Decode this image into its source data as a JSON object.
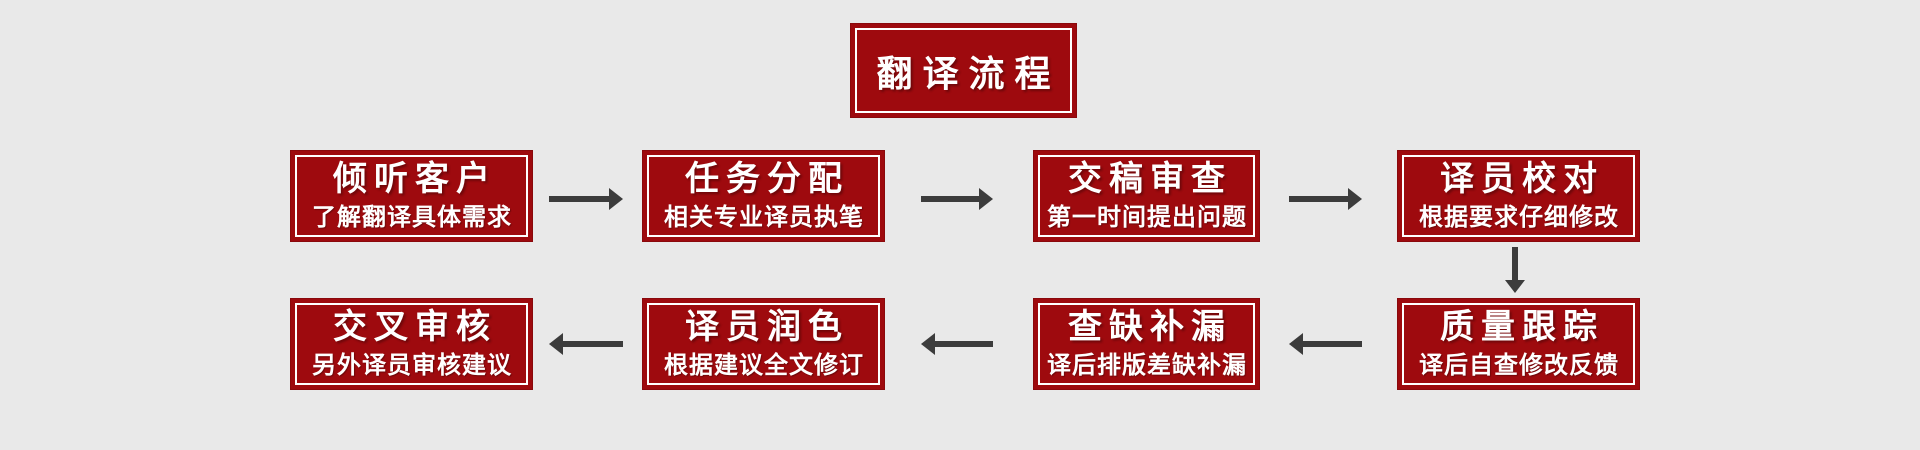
{
  "title": {
    "label": "翻译流程"
  },
  "steps": [
    {
      "title": "倾听客户",
      "subtitle": "了解翻译具体需求"
    },
    {
      "title": "任务分配",
      "subtitle": "相关专业译员执笔"
    },
    {
      "title": "交稿审查",
      "subtitle": "第一时间提出问题"
    },
    {
      "title": "译员校对",
      "subtitle": "根据要求仔细修改"
    },
    {
      "title": "质量跟踪",
      "subtitle": "译后自查修改反馈"
    },
    {
      "title": "查缺补漏",
      "subtitle": "译后排版差缺补漏"
    },
    {
      "title": "译员润色",
      "subtitle": "根据建议全文修订"
    },
    {
      "title": "交叉审核",
      "subtitle": "另外译员审核建议"
    }
  ],
  "icons": {
    "row1_arrows": "arrow-right-icon",
    "row2_arrows": "arrow-left-icon",
    "connector": "arrow-down-icon"
  },
  "colors": {
    "box_red": "#9e0a0e",
    "box_edge": "#8a090c",
    "inner_border_white": "#ffffff",
    "arrow_gray": "#3c3c3c",
    "text_white": "#ffffff",
    "page_bg": "#e9e9e9"
  }
}
